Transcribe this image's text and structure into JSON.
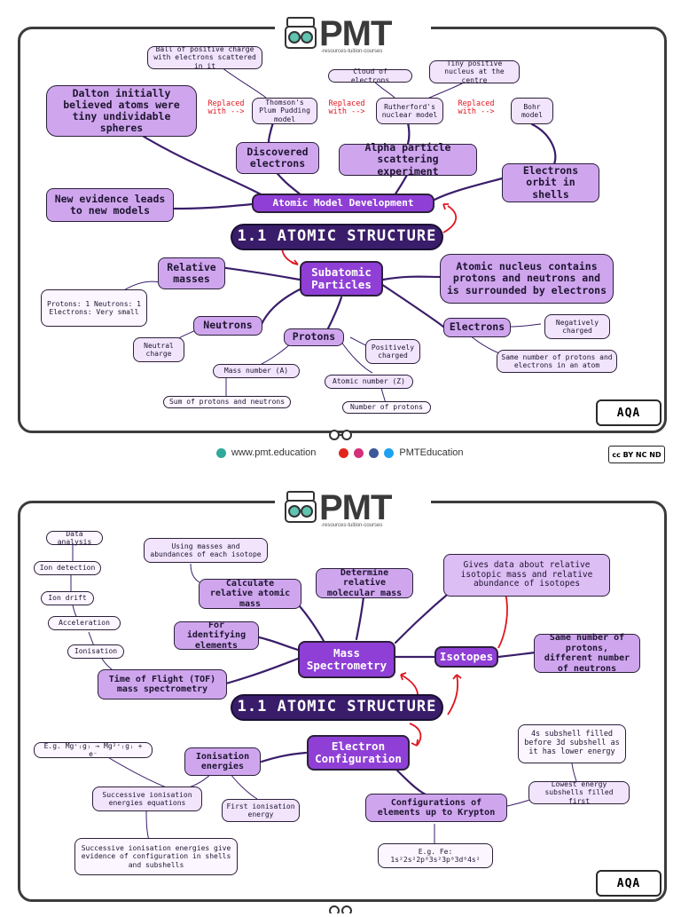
{
  "brand": {
    "name": "PMT",
    "tagline": "-resources-tuition-courses"
  },
  "footer": {
    "website": "www.pmt.education",
    "social": "PMTEducation",
    "license": "cc BY NC ND"
  },
  "badge": "AQA",
  "colors": {
    "dark": "#3a1d6a",
    "core": "#8f3fd6",
    "node": "#cfa6ee",
    "light": "#f1e4fb",
    "arrow": "#e0141e"
  },
  "page1": {
    "title": "1.1 ATOMIC STRUCTURE",
    "amd": "Atomic Model Development",
    "dalton": "Dalton initially believed atoms were tiny undividable spheres",
    "newevidence": "New evidence leads to new models",
    "thomson": "Thomson's Plum Pudding model",
    "thomson_note": "Ball of positive charge with electrons scattered in it",
    "rutherford": "Rutherford's nuclear model",
    "cloud": "Cloud of electrons",
    "tiny": "Tiny positive nucleus at the centre",
    "bohr": "Bohr model",
    "replaced": "Replaced with -->",
    "discovered": "Discovered electrons",
    "alpha": "Alpha particle scattering experiment",
    "orbit": "Electrons orbit in shells",
    "subatomic": "Subatomic Particles",
    "relative": "Relative masses",
    "masses_note": "Protons: 1 Neutrons: 1 Electrons: Very small",
    "nucleus": "Atomic nucleus contains protons and neutrons and is surrounded by electrons",
    "neutrons": "Neutrons",
    "neutral": "Neutral charge",
    "protons": "Protons",
    "positive": "Positively charged",
    "massnum": "Mass number (A)",
    "sum": "Sum of protons and neutrons",
    "atomicnum": "Atomic number (Z)",
    "numprotons": "Number of protons",
    "electrons": "Electrons",
    "negative": "Negatively charged",
    "same": "Same number of protons and electrons in an atom"
  },
  "page2": {
    "title": "1.1 ATOMIC STRUCTURE",
    "mass_spec": "Mass Spectrometry",
    "data_analysis": "Data analysis",
    "ion_detection": "Ion detection",
    "ion_drift": "Ion drift",
    "acceleration": "Acceleration",
    "ionisation": "Ionisation",
    "tof": "Time of Flight (TOF) mass spectrometry",
    "using": "Using masses and abundances of each isotope",
    "calc": "Calculate relative atomic mass",
    "determine": "Determine relative molecular mass",
    "identify": "For identifying elements",
    "gives": "Gives data about relative isotopic mass and relative abundance of isotopes",
    "isotopes": "Isotopes",
    "same_protons": "Same number of protons, different number of neutrons",
    "electron_config": "Electron Configuration",
    "ion_energies": "Ionisation energies",
    "mg_eq": "E.g. Mg⁺₍g₎ → Mg²⁺₍g₎ + e⁻",
    "successive": "Successive ionisation energies equations",
    "first": "First ionisation energy",
    "successive_give": "Successive ionisation energies give evidence of configuration in shells and subshells",
    "configs": "Configurations of elements up to Krypton",
    "fe": "E.g. Fe: 1s²2s²2p⁶3s²3p⁶3d⁶4s²",
    "s4": "4s subshell filled before 3d subshell as it has lower energy",
    "lowest": "Lowest energy subshells filled first"
  }
}
